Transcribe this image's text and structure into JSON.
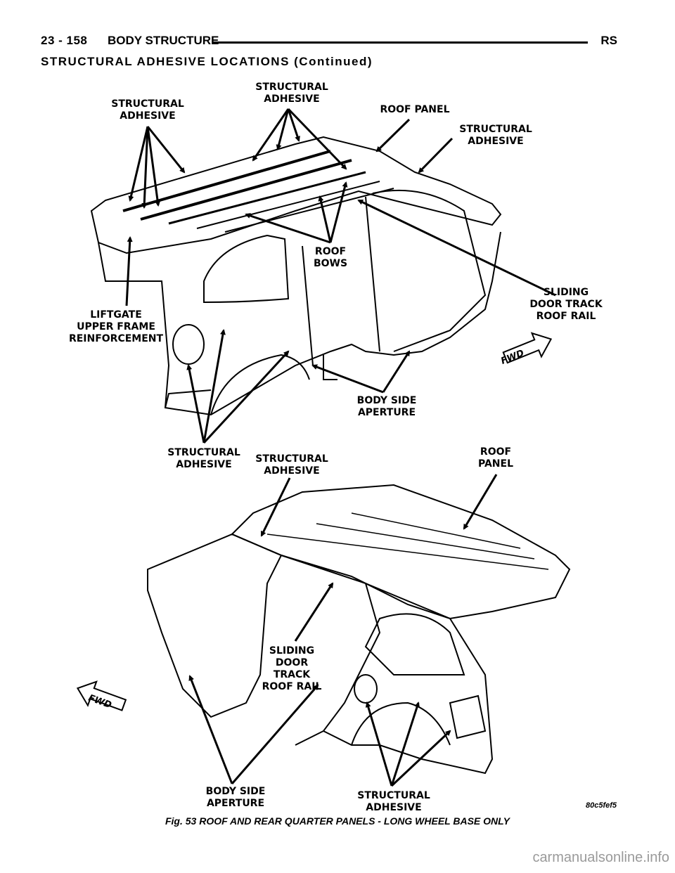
{
  "header": {
    "page_number": "23 - 158",
    "section": "BODY STRUCTURE",
    "code": "RS"
  },
  "subtitle": "STRUCTURAL ADHESIVE LOCATIONS (Continued)",
  "top_view": {
    "labels": {
      "structural_adhesive_left": "STRUCTURAL\nADHESIVE",
      "structural_adhesive_center": "STRUCTURAL\nADHESIVE",
      "roof_panel": "ROOF PANEL",
      "structural_adhesive_right": "STRUCTURAL\nADHESIVE",
      "roof_bows": "ROOF\nBOWS",
      "liftgate": "LIFTGATE\nUPPER FRAME\nREINFORCEMENT",
      "sliding_door": "SLIDING\nDOOR TRACK\nROOF RAIL",
      "body_side": "BODY SIDE\nAPERTURE",
      "structural_adhesive_bottom": "STRUCTURAL\nADHESIVE"
    },
    "fwd_badge": "FWD"
  },
  "bottom_view": {
    "labels": {
      "structural_adhesive_top": "STRUCTURAL\nADHESIVE",
      "roof_panel": "ROOF\nPANEL",
      "sliding_door": "SLIDING\nDOOR\nTRACK\nROOF RAIL",
      "body_side": "BODY SIDE\nAPERTURE",
      "structural_adhesive_bottom": "STRUCTURAL\nADHESIVE"
    },
    "fwd_badge": "FWD"
  },
  "figure_id": "80c5fef5",
  "caption": "Fig. 53 ROOF AND REAR QUARTER PANELS - LONG WHEEL BASE ONLY",
  "watermark": "carmanualsonline.info"
}
